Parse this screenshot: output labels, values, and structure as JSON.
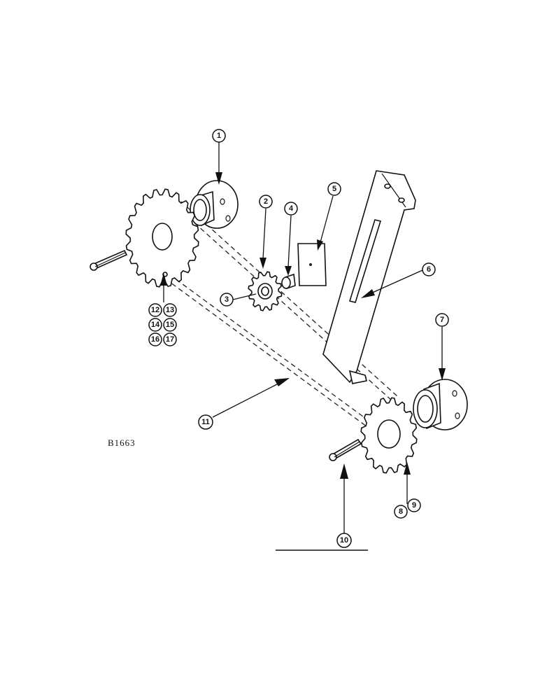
{
  "drawing_number": "B1663",
  "callouts": {
    "c1": "1",
    "c2": "2",
    "c3": "3",
    "c4": "4",
    "c5": "5",
    "c6": "6",
    "c7": "7",
    "c8": "8",
    "c9": "9",
    "c10": "10",
    "c11": "11",
    "c12": "12",
    "c13": "13",
    "c14": "14",
    "c15": "15",
    "c16": "16",
    "c17": "17"
  }
}
